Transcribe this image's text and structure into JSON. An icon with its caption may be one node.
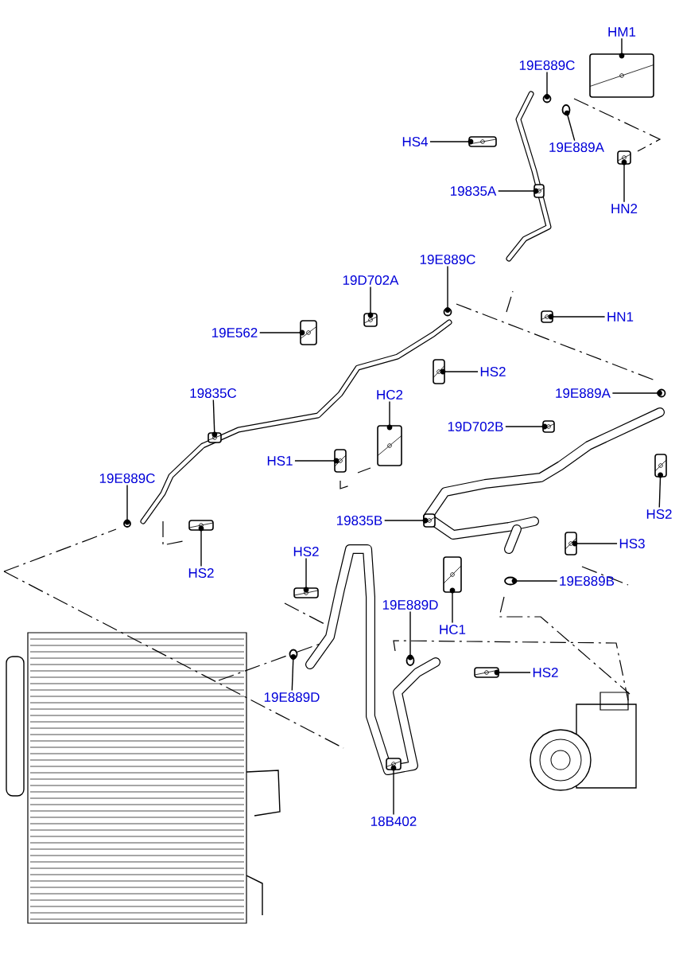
{
  "diagram": {
    "nodes": [
      {
        "text": [
          "HM1"
        ]
      },
      {
        "text": [
          "19E889C"
        ]
      },
      {
        "text": [
          "HS4"
        ]
      },
      {
        "text": [
          "19E889A"
        ]
      },
      {
        "text": [
          "19835A"
        ]
      },
      {
        "text": [
          "HN2"
        ]
      },
      {
        "text": [
          "19D702A"
        ]
      },
      {
        "text": [
          "19E889C"
        ]
      },
      {
        "text": [
          "HN1"
        ]
      },
      {
        "text": [
          "19E562"
        ]
      },
      {
        "text": [
          "HS2"
        ]
      },
      {
        "text": [
          "19E889A"
        ]
      },
      {
        "text": [
          "19835C"
        ]
      },
      {
        "text": [
          "HC2"
        ]
      },
      {
        "text": [
          "19D702B"
        ]
      },
      {
        "text": [
          "HS1"
        ]
      },
      {
        "text": [
          "19E889C"
        ]
      },
      {
        "text": [
          "HS2"
        ]
      },
      {
        "text": [
          "19835B"
        ]
      },
      {
        "text": [
          "HS3"
        ]
      },
      {
        "text": [
          "HS2"
        ]
      },
      {
        "text": [
          "HS2"
        ]
      },
      {
        "text": [
          "19E889B"
        ]
      },
      {
        "text": [
          "19E889D"
        ]
      },
      {
        "text": [
          "HC1"
        ]
      },
      {
        "text": [
          "19E889D"
        ]
      },
      {
        "text": [
          "HS2"
        ]
      },
      {
        "text": [
          "18B402"
        ]
      },
      {
        "text": [],
        "shape": "picture"
      },
      {
        "text": [],
        "shape": "circle"
      },
      {
        "text": [],
        "shape": "picture"
      },
      {
        "text": [],
        "shape": "circle"
      },
      {
        "text": [],
        "shape": "picture"
      },
      {
        "text": [],
        "shape": "picture"
      },
      {
        "text": [],
        "shape": "picture"
      },
      {
        "text": [],
        "shape": "circle"
      },
      {
        "text": [],
        "shape": "picture"
      },
      {
        "text": [],
        "shape": "picture"
      },
      {
        "text": [],
        "shape": "picture"
      },
      {
        "text": [],
        "shape": "circle"
      },
      {
        "text": [],
        "shape": "picture"
      },
      {
        "text": [],
        "shape": "picture"
      },
      {
        "text": [],
        "shape": "picture"
      },
      {
        "text": [],
        "shape": "picture"
      },
      {
        "text": [],
        "shape": "circle"
      },
      {
        "text": [],
        "shape": "picture"
      },
      {
        "text": [],
        "shape": "picture"
      },
      {
        "text": [],
        "shape": "picture"
      },
      {
        "text": [],
        "shape": "picture"
      },
      {
        "text": [],
        "shape": "picture"
      },
      {
        "text": [],
        "shape": "circle"
      },
      {
        "text": [],
        "shape": "circle"
      },
      {
        "text": [],
        "shape": "picture"
      },
      {
        "text": [],
        "shape": "circle"
      },
      {
        "text": [],
        "shape": "picture"
      },
      {
        "text": [],
        "shape": "picture"
      }
    ],
    "edges": [
      {
        "from": 0,
        "to": 28,
        "arrow": "none"
      },
      {
        "from": 1,
        "to": 29,
        "arrow": "none"
      },
      {
        "from": 2,
        "to": 30,
        "arrow": "none"
      },
      {
        "from": 3,
        "to": 31,
        "arrow": "none"
      },
      {
        "from": 4,
        "to": 32,
        "arrow": "none"
      },
      {
        "from": 5,
        "to": 33,
        "arrow": "none"
      },
      {
        "from": 6,
        "to": 34,
        "arrow": "none"
      },
      {
        "from": 7,
        "to": 35,
        "arrow": "none"
      },
      {
        "from": 8,
        "to": 36,
        "arrow": "none"
      },
      {
        "from": 9,
        "to": 37,
        "arrow": "none"
      },
      {
        "from": 10,
        "to": 38,
        "arrow": "none"
      },
      {
        "from": 11,
        "to": 39,
        "arrow": "none"
      },
      {
        "from": 12,
        "to": 40,
        "arrow": "none"
      },
      {
        "from": 13,
        "to": 41,
        "arrow": "none"
      },
      {
        "from": 14,
        "to": 42,
        "arrow": "none"
      },
      {
        "from": 15,
        "to": 43,
        "arrow": "none"
      },
      {
        "from": 16,
        "to": 44,
        "arrow": "none"
      },
      {
        "from": 17,
        "to": 45,
        "arrow": "none"
      },
      {
        "from": 18,
        "to": 46,
        "arrow": "none"
      },
      {
        "from": 19,
        "to": 47,
        "arrow": "none"
      },
      {
        "from": 20,
        "to": 48,
        "arrow": "none"
      },
      {
        "from": 21,
        "to": 49,
        "arrow": "none"
      },
      {
        "from": 22,
        "to": 50,
        "arrow": "none"
      },
      {
        "from": 23,
        "to": 51,
        "arrow": "none"
      },
      {
        "from": 24,
        "to": 52,
        "arrow": "none"
      },
      {
        "from": 25,
        "to": 53,
        "arrow": "none"
      },
      {
        "from": 26,
        "to": 54,
        "arrow": "none"
      },
      {
        "from": 27,
        "to": 55,
        "arrow": "none"
      }
    ]
  }
}
